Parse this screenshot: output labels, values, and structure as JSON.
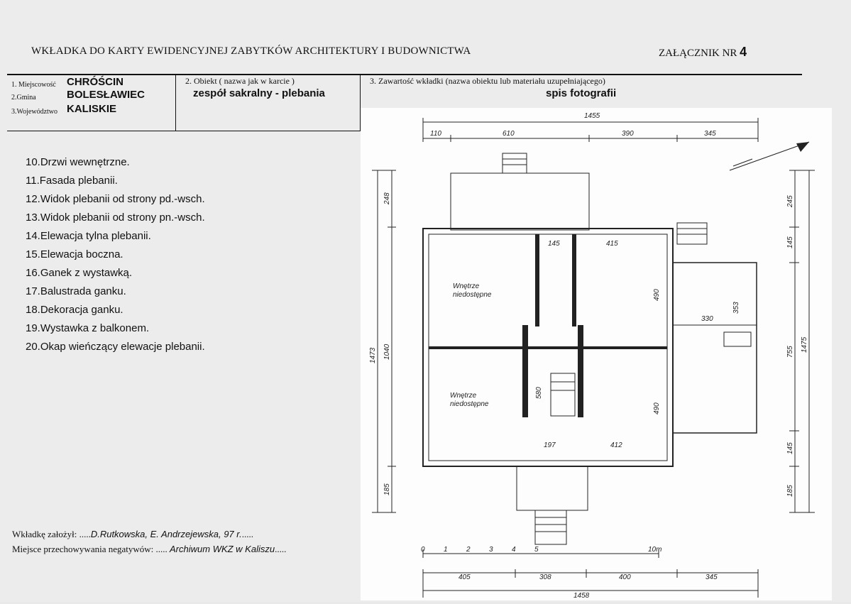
{
  "header": {
    "title": "WKŁADKA DO KARTY EWIDENCYJNEJ ZABYTKÓW ARCHITEKTURY I BUDOWNICTWA",
    "annex_label": "ZAŁĄCZNIK  NR",
    "annex_number": "4"
  },
  "box1": {
    "locality_label": "1. Miejscowość",
    "locality": "CHRÓŚCIN",
    "commune_label": "2.Gmina",
    "commune": "BOLESŁAWIEC",
    "voivodeship_label": "3.Województwo",
    "voivodeship": "KALISKIE"
  },
  "box2": {
    "label": "2. Obiekt  ( nazwa jak w karcie )",
    "value": "zespół sakralny - plebania"
  },
  "box3": {
    "label": "3. Zawartość wkładki (nazwa obiektu lub materiału uzupełniającego)",
    "value": "spis fotografii"
  },
  "photo_list": [
    "10.Drzwi wewnętrzne.",
    "11.Fasada plebanii.",
    "12.Widok plebanii od strony pd.-wsch.",
    "13.Widok plebanii od strony pn.-wsch.",
    "14.Elewacja tylna plebanii.",
    "15.Elewacja boczna.",
    "16.Ganek z wystawką.",
    "17.Balustrada ganku.",
    "18.Dekoracja ganku.",
    "19.Wystawka z balkonem.",
    "20.Okap wieńczący elewacje plebanii."
  ],
  "footer": {
    "founded_label": "Wkładkę założył: .....",
    "founded_by": "D.Rutkowska, E. Andrzejewska, 97 r.",
    "founded_tail": ".....",
    "storage_label": "Miejsce przechowywania negatywów: ..... ",
    "storage": "Archiwum WKZ w Kaliszu",
    "storage_tail": "....."
  },
  "plan": {
    "dim_total_top": "1455",
    "dim_top": [
      "110",
      "610",
      "390",
      "345"
    ],
    "dim_left_total": "1473",
    "dim_left_inner": "1040",
    "dim_left": [
      "248",
      "185"
    ],
    "dim_right_total": "1475",
    "dim_right": [
      "245",
      "145",
      "755",
      "145",
      "185"
    ],
    "dim_inner": [
      "145",
      "415",
      "490",
      "490",
      "330",
      "353",
      "580",
      "197",
      "412"
    ],
    "room_label_1a": "Wnętrze",
    "room_label_1b": "niedostępne",
    "room_label_2a": "Wnętrze",
    "room_label_2b": "niedostępne",
    "scale": [
      "0",
      "1",
      "2",
      "3",
      "4",
      "5",
      "10m"
    ],
    "dim_bottom": [
      "405",
      "308",
      "400",
      "345"
    ],
    "dim_bottom_total": "1458"
  }
}
